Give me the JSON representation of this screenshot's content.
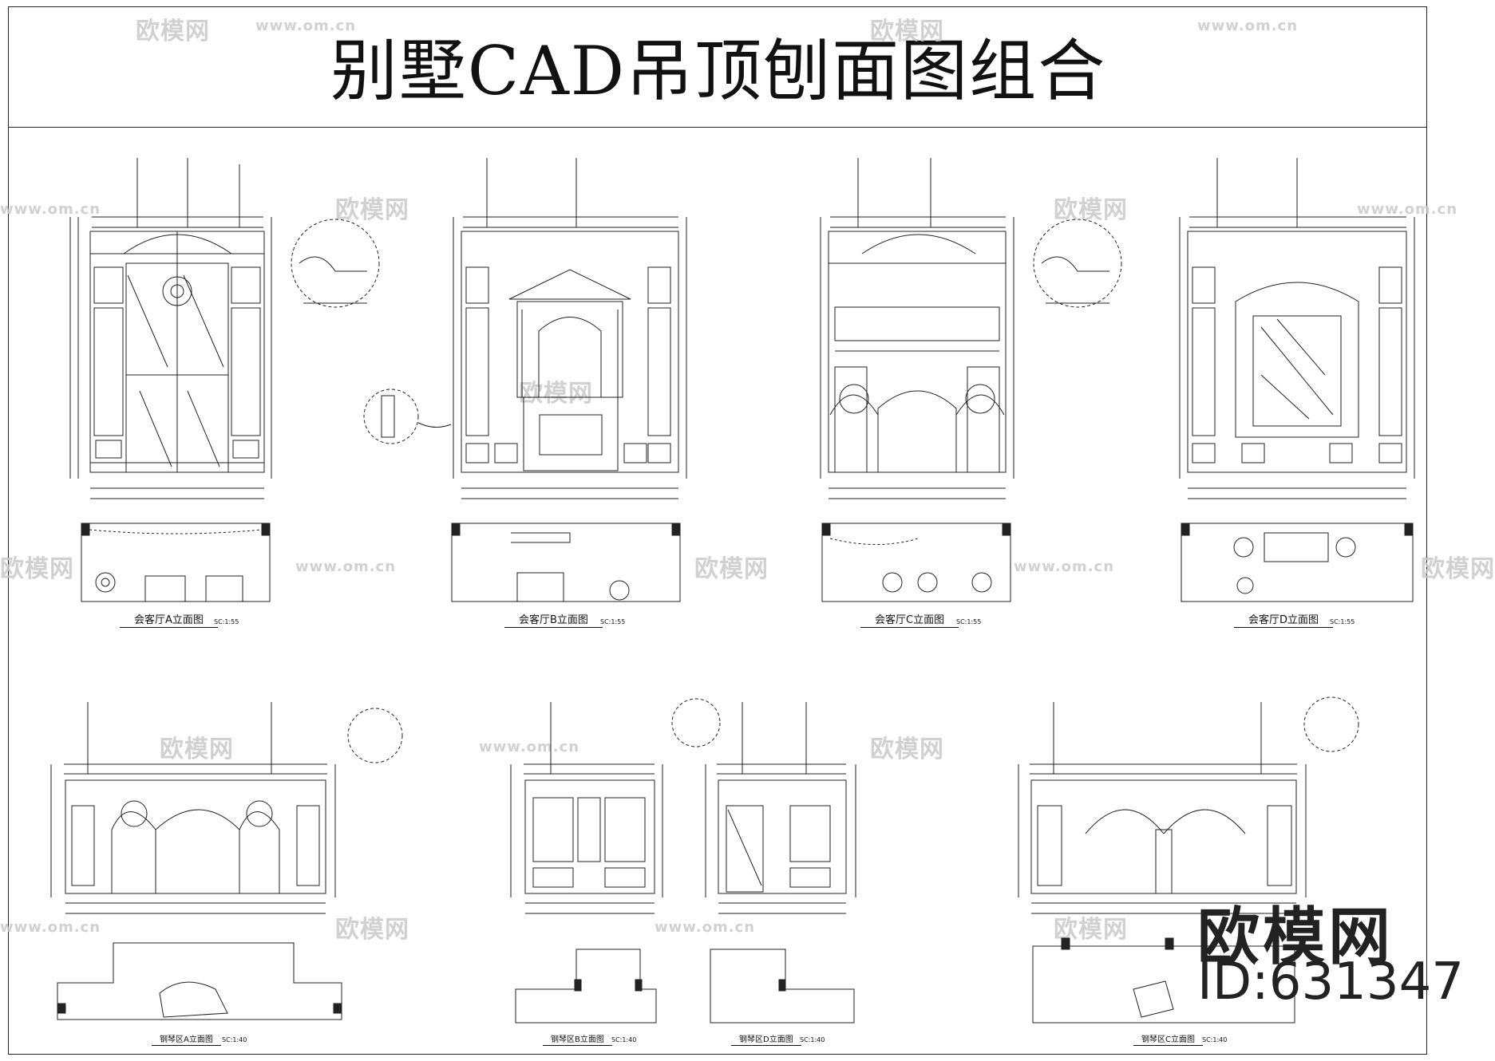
{
  "title": "别墅CAD吊顶刨面图组合",
  "watermark": {
    "brand": "欧模网",
    "url": "www.om.cn"
  },
  "drawings_top": [
    {
      "caption": "会客厅A立面图",
      "scale": "SC:1:55"
    },
    {
      "caption": "会客厅B立面图",
      "scale": "SC:1:55"
    },
    {
      "caption": "会客厅C立面图",
      "scale": "SC:1:55"
    },
    {
      "caption": "会客厅D立面图",
      "scale": "SC:1:55"
    }
  ],
  "drawings_bottom": [
    {
      "caption": "钢琴区A立面图",
      "scale": "SC:1:40"
    },
    {
      "caption": "钢琴区B立面图",
      "scale": "SC:1:40"
    },
    {
      "caption": "钢琴区D立面图",
      "scale": "SC:1:40"
    },
    {
      "caption": "钢琴区C立面图",
      "scale": "SC:1:40"
    }
  ],
  "brand_mark": {
    "name": "欧模网",
    "id": "ID:631347"
  },
  "colors": {
    "line": "#222222",
    "watermark": "#c9c9c9",
    "background": "#ffffff"
  }
}
